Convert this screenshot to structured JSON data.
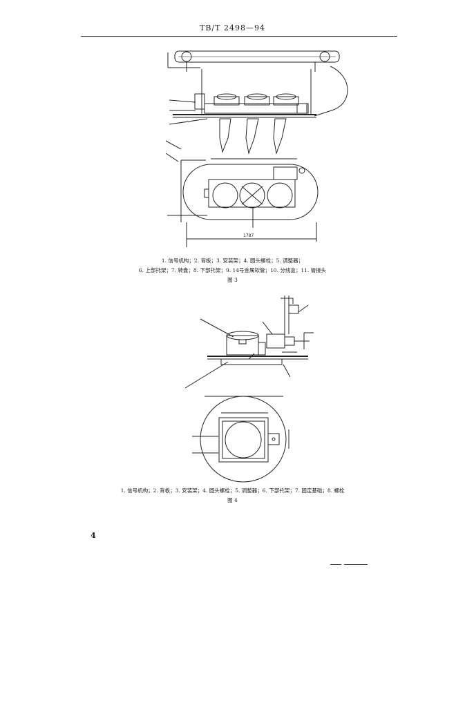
{
  "header": {
    "standard_no": "TB/T 2498—94"
  },
  "figure3": {
    "caption_line1": "1. 信号机构；2. 背板；3. 安装架；4. 圆头螺栓；5. 调整器；",
    "caption_line2": "6. 上部托架；7. 转盘；8. 下部托架；9. 14号金属软管；10. 分线盒；11. 管接头",
    "title": "图 3",
    "dim_labels": [
      "1787"
    ]
  },
  "figure4": {
    "caption": "1. 信号机构；2. 背板；3. 安装架；4. 圆头螺栓；5. 调整器；6. 下部托架；7. 固定基础；8. 螺栓",
    "title": "图 4"
  },
  "page": {
    "number": "4"
  }
}
